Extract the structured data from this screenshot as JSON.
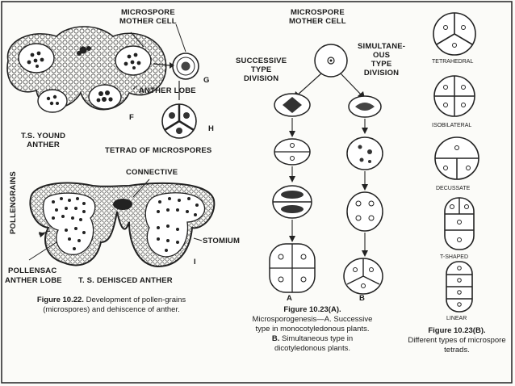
{
  "fig22": {
    "microspore_mother_cell": "MICROSPORE\nMOTHER CELL",
    "anther_lobe": "ANTHER LOBE",
    "g": "G",
    "f": "F",
    "h": "H",
    "ts_young_anther": "T.S. YOUND\nANTHER",
    "tetrad_of_microspores": "TETRAD OF MICROSPORES",
    "connective": "CONNECTIVE",
    "pollengrains": "POLLENGRAINS",
    "stomium": "STOMIUM",
    "i": "I",
    "pollensac": "POLLENSAC",
    "anther_lobe_2": "ANTHER LOBE",
    "ts_dehisced": "T. S. DEHISCED ANTHER",
    "caption_bold": "Figure 10.22.",
    "caption_text": " Development of pollen-grains (microspores) and dehiscence of anther."
  },
  "fig23a": {
    "mother_cell": "MICROSPORE\nMOTHER CELL",
    "successive": "SUCCESSIVE\nTYPE\nDIVISION",
    "simultaneous": "SIMULTANE-\nOUS\nTYPE\nDIVISION",
    "a": "A",
    "b": "B",
    "caption_title": "Figure 10.23(A).",
    "caption_line1": "Microsporogenesis—A. Successive",
    "caption_line2": "type in monocotyledonous plants.",
    "caption_line3_bold": "B.",
    "caption_line3": " Simultaneous type in",
    "caption_line4": "dicotyledonous plants."
  },
  "fig23b": {
    "tetrahedral": "TETRAHEDRAL",
    "isobilateral": "ISOBILATERAL",
    "decussate": "DECUSSATE",
    "t_shaped": "T-SHAPED",
    "linear": "LINEAR",
    "caption_bold": "Figure 10.23(B).",
    "caption_text": "Different types of microspore tetrads."
  }
}
